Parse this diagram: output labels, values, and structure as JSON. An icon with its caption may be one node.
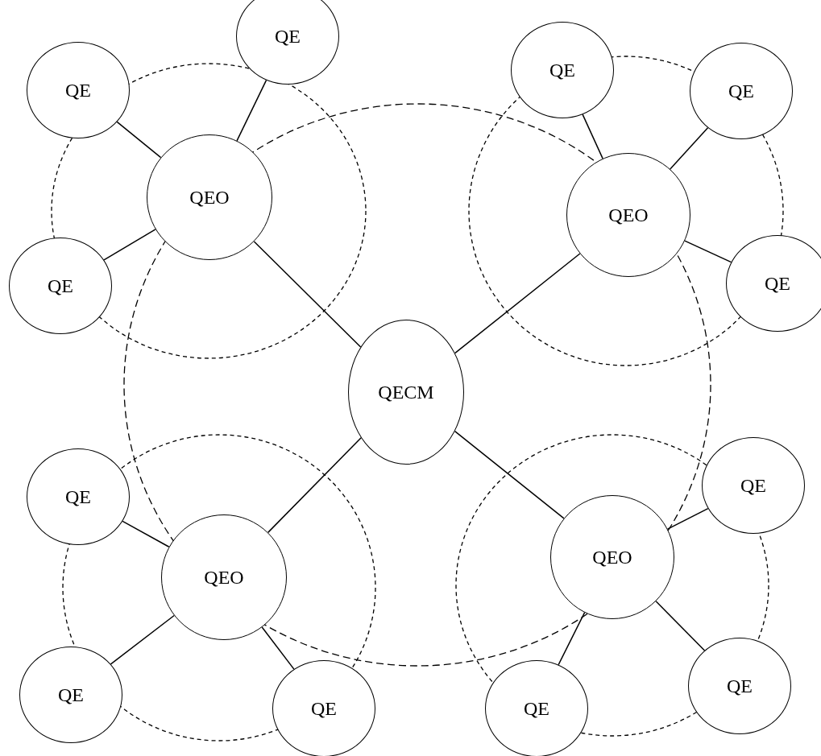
{
  "diagram": {
    "nodes": [
      {
        "text": [
          "QE"
        ]
      },
      {
        "text": [
          "QE"
        ]
      },
      {
        "text": [
          "QEO"
        ]
      },
      {
        "text": [
          "QE"
        ]
      },
      {
        "text": [
          "QE"
        ]
      },
      {
        "text": [
          "QE"
        ]
      },
      {
        "text": [
          "QEO"
        ]
      },
      {
        "text": [
          "QE"
        ]
      },
      {
        "text": [
          "QECM"
        ]
      },
      {
        "text": [
          "QE"
        ]
      },
      {
        "text": [
          "QEO"
        ]
      },
      {
        "text": [
          "QE"
        ]
      },
      {
        "text": [
          "QE"
        ]
      },
      {
        "text": [
          "QE"
        ]
      },
      {
        "text": [
          "QEO"
        ]
      },
      {
        "text": [
          "QE"
        ]
      },
      {
        "text": [
          "QE"
        ]
      }
    ],
    "edges": [
      {
        "from": 2,
        "to": 0,
        "arrow": "none"
      },
      {
        "from": 2,
        "to": 1,
        "arrow": "none"
      },
      {
        "from": 2,
        "to": 3,
        "arrow": "none"
      },
      {
        "from": 6,
        "to": 4,
        "arrow": "none"
      },
      {
        "from": 6,
        "to": 5,
        "arrow": "none"
      },
      {
        "from": 6,
        "to": 7,
        "arrow": "none"
      },
      {
        "from": 8,
        "to": 2,
        "arrow": "none"
      },
      {
        "from": 8,
        "to": 6,
        "arrow": "none"
      },
      {
        "from": 8,
        "to": 10,
        "arrow": "none"
      },
      {
        "from": 8,
        "to": 14,
        "arrow": "none"
      },
      {
        "from": 10,
        "to": 9,
        "arrow": "none"
      },
      {
        "from": 10,
        "to": 11,
        "arrow": "none"
      },
      {
        "from": 10,
        "to": 12,
        "arrow": "none"
      },
      {
        "from": 14,
        "to": 13,
        "arrow": "none"
      },
      {
        "from": 14,
        "to": 15,
        "arrow": "none"
      },
      {
        "from": 14,
        "to": 16,
        "arrow": "none"
      }
    ]
  }
}
